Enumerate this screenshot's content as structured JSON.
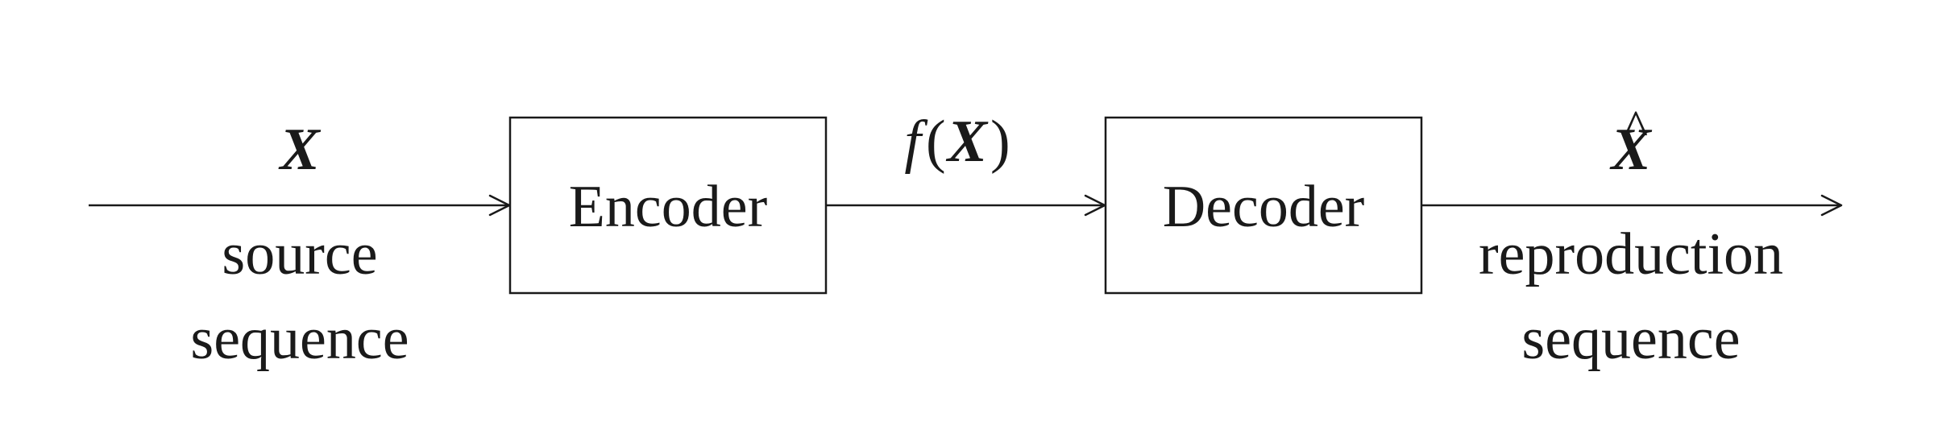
{
  "diagram": {
    "source": {
      "symbol": "X",
      "caption_line1": "source",
      "caption_line2": "sequence"
    },
    "encoder": {
      "label": "Encoder"
    },
    "channel": {
      "func": "f",
      "open_paren": "(",
      "symbol": "X",
      "close_paren": ")"
    },
    "decoder": {
      "label": "Decoder"
    },
    "reproduction": {
      "symbol": "X",
      "hat": "^",
      "caption_line1": "reproduction",
      "caption_line2": "sequence"
    }
  }
}
